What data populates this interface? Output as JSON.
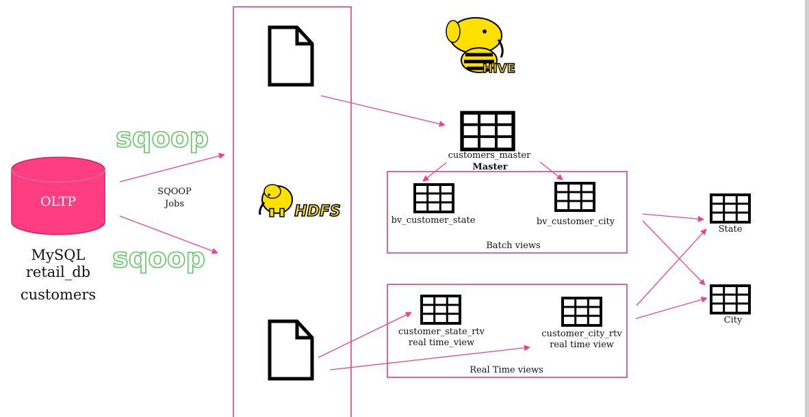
{
  "source": {
    "db_label": "OLTP",
    "lines": [
      "MySQL",
      "retail_db",
      "customers"
    ],
    "db_color": "#ff3d80"
  },
  "sqoop": {
    "logo_text": "sqoop",
    "jobs_lines": [
      "SQOOP",
      "Jobs"
    ],
    "logo_color": "#5cc75c"
  },
  "hdfs": {
    "logo_text": "HDFS",
    "logo_color": "#ffe000"
  },
  "hive": {
    "logo_text": "HIVE",
    "logo_color": "#ffe000"
  },
  "master": {
    "table_name": "customers_master",
    "label": "Master"
  },
  "batch_views": {
    "title": "Batch views",
    "tables": [
      "bv_customer_state",
      "bv_customer_city"
    ]
  },
  "realtime_views": {
    "title": "Real Time views",
    "tables": [
      {
        "name": "customer_state_rtv",
        "sub": "real time_view"
      },
      {
        "name": "customer_city_rtv",
        "sub": "real time view"
      }
    ]
  },
  "outputs": [
    "State",
    "City"
  ],
  "colors": {
    "line": "#f0408a",
    "border": "#e03070",
    "icon": "#000000"
  }
}
